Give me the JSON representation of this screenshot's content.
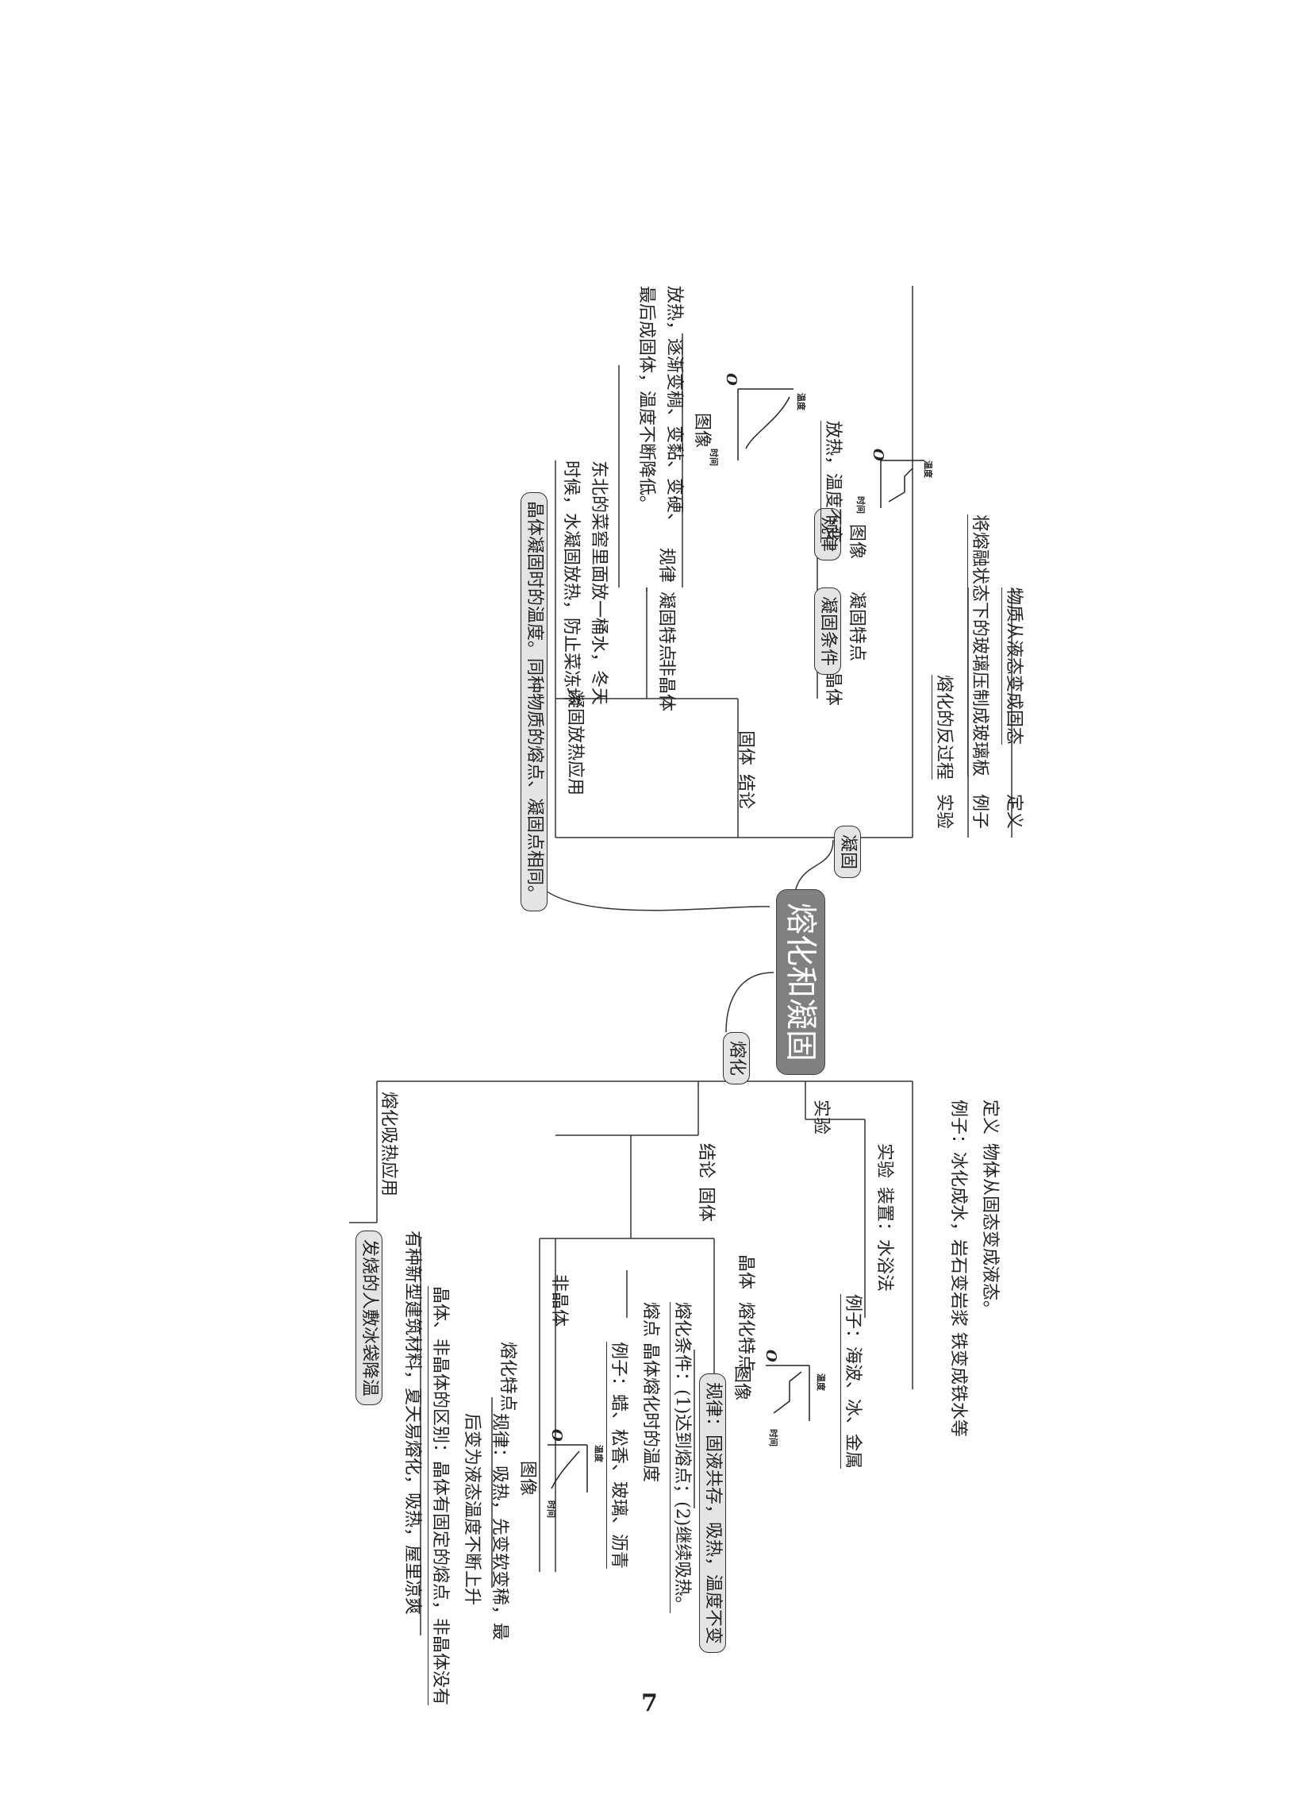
{
  "central": {
    "title": "熔化和凝固"
  },
  "melting": {
    "label": "熔化",
    "definition": {
      "label": "定义",
      "text": "物体从固态变成液态。"
    },
    "example": {
      "text": "例子：冰化成水，岩石变岩浆 铁变成铁水等"
    },
    "experiment": {
      "label": "实验",
      "sub_label": "实验",
      "device": "装置：水浴法",
      "examples": "例子：海波、冰、金属"
    },
    "conclusion": {
      "label": "结论",
      "solid": "固体",
      "crystal": {
        "label": "晶体",
        "feature": "熔化特点",
        "image": "图像",
        "rule": "规律：固液共存，吸热，温度不变",
        "condition": "熔化条件：(1)达到熔点；(2)继续吸热。",
        "melting_point": "熔点  晶体熔化时的温度"
      },
      "amorphous": {
        "label": "非晶体",
        "examples": "例子：蜡、松香、玻璃、沥青",
        "feature": "熔化特点",
        "image": "图像",
        "rule_line1": "规律：吸热，先变软变稀，最",
        "rule_line2": "后变为液态温度不断上升"
      },
      "difference": "晶体、非晶体的区别：晶体有固定的熔点，非晶体没有"
    },
    "application": {
      "label": "熔化吸热应用",
      "line1": "有种新型建筑材料，夏天易熔化，吸热，屋里凉爽",
      "line2": "发烧的人敷冰袋降温"
    }
  },
  "solidification": {
    "label": "凝固",
    "definition": {
      "label": "定义",
      "text": "物质从液态变成固态"
    },
    "example": {
      "label": "例子",
      "text": "将熔融状态下的玻璃压制成玻璃板"
    },
    "experiment": {
      "label": "实验",
      "text": "熔化的反过程"
    },
    "conclusion": {
      "label": "结论",
      "solid": "固体",
      "crystal": {
        "label": "晶体",
        "feature": "凝固特点",
        "condition": "凝固条件",
        "rule": "规律",
        "rule_text": "放热，温度不变",
        "image": "图像"
      },
      "amorphous": {
        "label": "非晶体",
        "feature": "凝固特点",
        "rule": "规律",
        "rule_line1": "放热，逐渐变稠、变黏、变硬、",
        "rule_line2": "最后成固体，温度不断降低。",
        "image": "图像"
      }
    },
    "application": {
      "label": "凝固放热应用",
      "line1": "东北的菜窖里面放一桶水，冬天",
      "line2": "时候，水凝固放热，防止菜冻坏"
    },
    "crystal_point": "晶体凝固时的温度。同种物质的熔点、凝固点相同。"
  },
  "graph_axes": {
    "temperature": "温度",
    "time": "时间",
    "origin": "O"
  },
  "page_number": "7"
}
